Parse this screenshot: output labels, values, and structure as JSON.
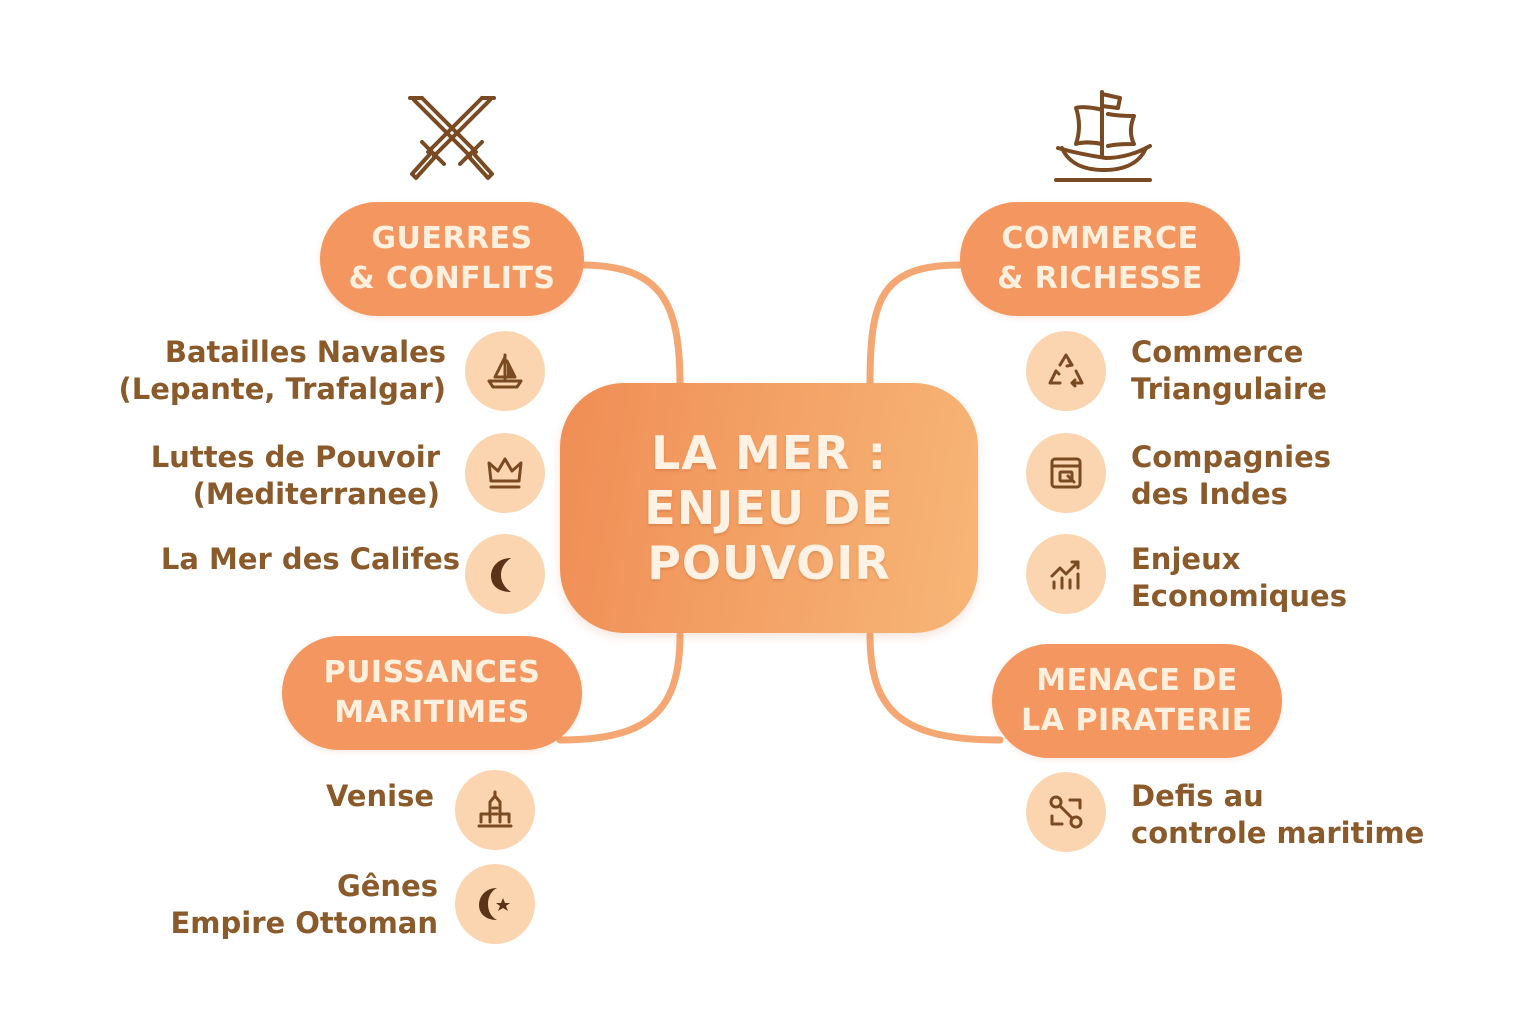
{
  "center": {
    "title": "LA MER :\nENJEU DE\nPOUVOIR"
  },
  "branches": {
    "guerres": {
      "label": "GUERRES\n& CONFLITS",
      "icon": "crossed-swords-icon"
    },
    "commerce": {
      "label": "COMMERCE\n& RICHESSE",
      "icon": "ship-icon"
    },
    "puissances": {
      "label": "PUISSANCES\nMARITIMES"
    },
    "piraterie": {
      "label": "MENACE DE\nLA PIRATERIE"
    }
  },
  "items": {
    "batailles": {
      "label": "Batailles Navales\n(Lepante, Trafalgar)",
      "icon": "sailboat-icon"
    },
    "luttes": {
      "label": "Luttes de Pouvoir\n(Mediterranee)",
      "icon": "crown-icon"
    },
    "califes": {
      "label": "La Mer des Califes",
      "icon": "crescent-icon"
    },
    "venise": {
      "label": "Venise",
      "icon": "tower-icon"
    },
    "genes": {
      "label": "Gênes\nEmpire Ottoman",
      "icon": "crescent-star-icon"
    },
    "triangulaire": {
      "label": "Commerce\nTriangulaire",
      "icon": "triangle-cycle-icon"
    },
    "compagnies": {
      "label": "Compagnies\ndes Indes",
      "icon": "ledger-icon"
    },
    "enjeux": {
      "label": "Enjeux\nEconomiques",
      "icon": "growth-chart-icon"
    },
    "defis": {
      "label": "Defis au\ncontrole maritime",
      "icon": "route-icon"
    }
  },
  "colors": {
    "branch": "#f39660",
    "connector": "#f5a773",
    "icon_bg": "#fbd5b0",
    "text": "#8a5a2a",
    "icon_stroke": "#7a4a22"
  }
}
